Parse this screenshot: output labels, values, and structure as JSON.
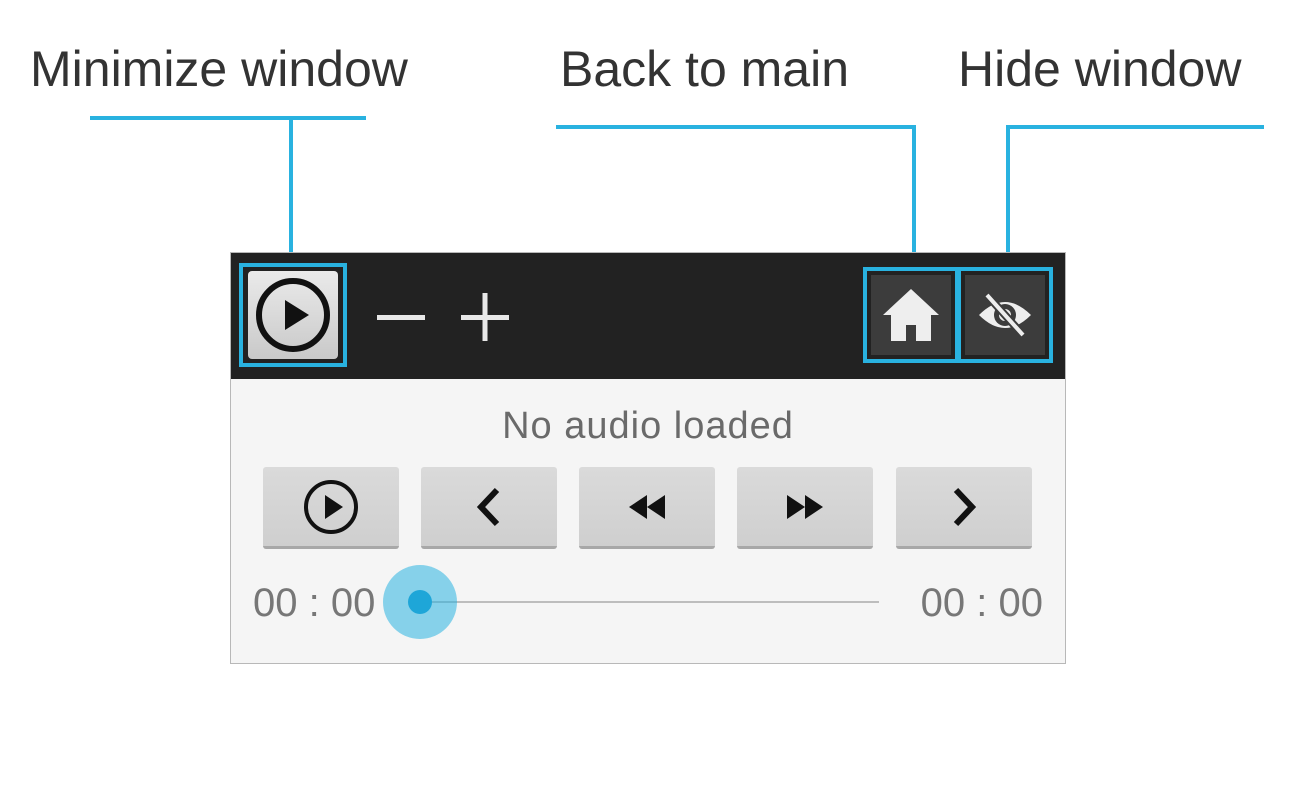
{
  "callouts": {
    "minimize": "Minimize window",
    "back": "Back to main",
    "hide": "Hide window"
  },
  "titlebar": {
    "minimize_icon": "play-circle-icon",
    "decrease_glyph": "−",
    "increase_glyph": "+",
    "home_icon": "home-icon",
    "hide_icon": "eye-off-icon"
  },
  "player": {
    "status": "No audio loaded",
    "controls": [
      {
        "icon": "play-circle-icon"
      },
      {
        "icon": "chevron-left-icon"
      },
      {
        "icon": "rewind-icon"
      },
      {
        "icon": "fast-forward-icon"
      },
      {
        "icon": "chevron-right-icon"
      }
    ],
    "elapsed": "00 : 00",
    "total": "00 : 00",
    "progress": 0
  },
  "colors": {
    "accent": "#29b2e0",
    "titlebar": "#222222",
    "panel": "#f5f5f5",
    "button": "#d4d4d4"
  }
}
